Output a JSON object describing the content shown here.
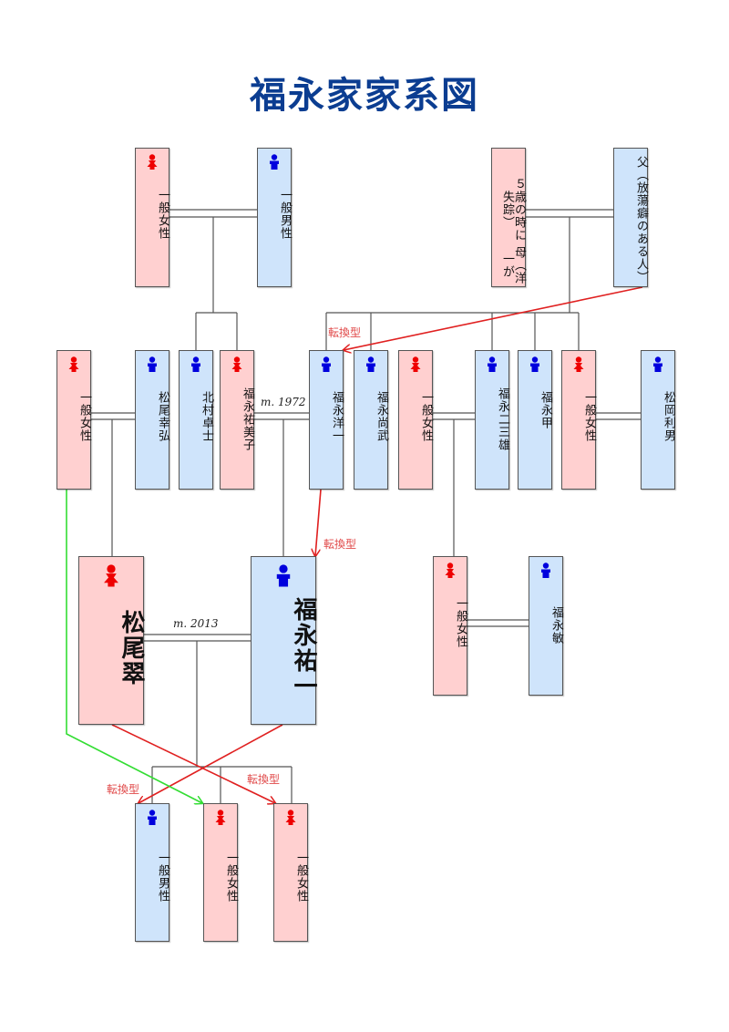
{
  "title": "福永家家系図",
  "colors": {
    "title": "#0b3d91",
    "female_fill": "#ffd0d0",
    "male_fill": "#cfe4fb",
    "female_icon": "#ee0000",
    "male_icon": "#0000dd",
    "transition_arrow": "#e02020",
    "green_arrow": "#33dd33",
    "line": "#333333"
  },
  "generations": {
    "gen1": [
      {
        "id": "g1_mother_left",
        "name": "一般女性",
        "gender": "female"
      },
      {
        "id": "g1_father_left",
        "name": "一般男性",
        "gender": "male"
      },
      {
        "id": "g1_mother_right",
        "name": "母（洋一が５歳の時に失踪）",
        "name_cols": [
          "母（洋一が",
          "５歳の時に失踪）"
        ],
        "gender": "female"
      },
      {
        "id": "g1_father_right",
        "name": "父（放蕩癖のある人）",
        "gender": "male"
      }
    ],
    "gen2": [
      {
        "id": "g2_woman_a",
        "name": "一般女性",
        "gender": "female"
      },
      {
        "id": "g2_matsuo_yukihiro",
        "name": "松尾幸弘",
        "gender": "male"
      },
      {
        "id": "g2_kitamura_takushi",
        "name": "北村卓士",
        "gender": "male"
      },
      {
        "id": "g2_fukunaga_yumiko",
        "name": "福永祐美子",
        "gender": "female"
      },
      {
        "id": "g2_fukunaga_yoichi",
        "name": "福永洋一",
        "gender": "male"
      },
      {
        "id": "g2_fukunaga_naotake",
        "name": "福永尚武",
        "gender": "male"
      },
      {
        "id": "g2_woman_b",
        "name": "一般女性",
        "gender": "female"
      },
      {
        "id": "g2_fukunaga_fumio",
        "name": "福永二三雄",
        "gender": "male"
      },
      {
        "id": "g2_fukunaga_ko",
        "name": "福永甲",
        "gender": "male"
      },
      {
        "id": "g2_woman_c",
        "name": "一般女性",
        "gender": "female"
      },
      {
        "id": "g2_matsuoka_toshio",
        "name": "松岡利男",
        "gender": "male"
      }
    ],
    "gen3": [
      {
        "id": "g3_matsuo_midori",
        "name": "松尾翠",
        "gender": "female",
        "emphasis": true
      },
      {
        "id": "g3_fukunaga_yuichi",
        "name": "福永祐一",
        "gender": "male",
        "emphasis": true
      },
      {
        "id": "g3_woman",
        "name": "一般女性",
        "gender": "female"
      },
      {
        "id": "g3_fukunaga_satoshi",
        "name": "福永敏",
        "gender": "male"
      }
    ],
    "gen4": [
      {
        "id": "g4_man",
        "name": "一般男性",
        "gender": "male"
      },
      {
        "id": "g4_woman_a",
        "name": "一般女性",
        "gender": "female"
      },
      {
        "id": "g4_woman_b",
        "name": "一般女性",
        "gender": "female"
      }
    ]
  },
  "marriages": [
    {
      "partners": [
        "g2_fukunaga_yumiko",
        "g2_fukunaga_yoichi"
      ],
      "label": "m. 1972"
    },
    {
      "partners": [
        "g3_matsuo_midori",
        "g3_fukunaga_yuichi"
      ],
      "label": "m. 2013"
    }
  ],
  "annotations": {
    "transition_label": "転換型",
    "transition_1": "転換型",
    "transition_2": "転換型",
    "transition_3": "転換型",
    "transition_4": "転換型"
  }
}
